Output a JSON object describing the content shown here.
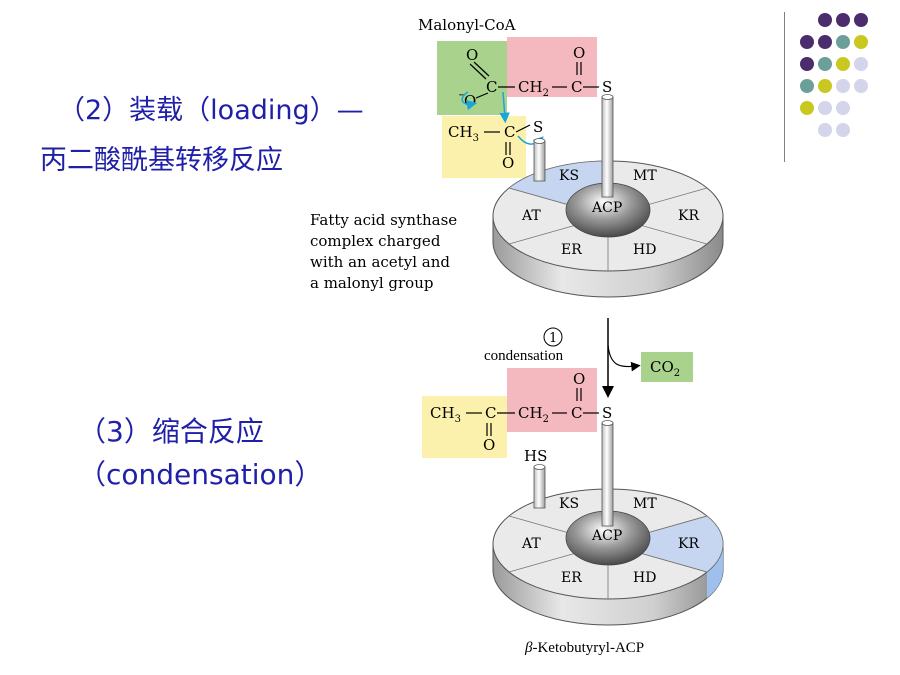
{
  "slide": {
    "loading_title": "（2）装载（loading）—",
    "loading_subtitle": "丙二酸酰基转移反应",
    "condensation_title": "（3）缩合反应",
    "condensation_subtitle": "（condensation）"
  },
  "figure_top": {
    "malonyl_label": "Malonyl-CoA",
    "ch2": "CH",
    "ch2_sub": "2",
    "ch3": "CH",
    "ch3_sub": "3",
    "carbon": "C",
    "oxygen": "O",
    "oxygen_minus": "O",
    "sulfur": "S",
    "segments": [
      "KS",
      "MT",
      "KR",
      "HD",
      "ER",
      "AT"
    ],
    "center": "ACP",
    "caption": [
      "Fatty acid synthase",
      "complex charged",
      "with an acetyl and",
      "a malonyl group"
    ]
  },
  "figure_bottom": {
    "step_number": "1",
    "step_label": "condensation",
    "co2": "CO",
    "co2_sub": "2",
    "hs": "HS",
    "ch3": "CH",
    "ch3_sub": "3",
    "ch2": "CH",
    "ch2_sub": "2",
    "carbon": "C",
    "oxygen": "O",
    "sulfur": "S",
    "segments": [
      "KS",
      "MT",
      "KR",
      "HD",
      "ER",
      "AT"
    ],
    "center": "ACP",
    "caption_prefix": "β",
    "caption": "-Ketobutyryl-ACP"
  },
  "colors": {
    "text_blue": "#1f1fa8",
    "pink_box": "#f4b8bf",
    "green_box": "#a9d38c",
    "yellow_box": "#fbf1ac",
    "ks_blue": "#c6d6f0",
    "dot_purple": "#4b2c6d",
    "dot_teal": "#6d9f9a",
    "dot_olive": "#c8c820",
    "dot_lavender": "#d4d4ea"
  }
}
